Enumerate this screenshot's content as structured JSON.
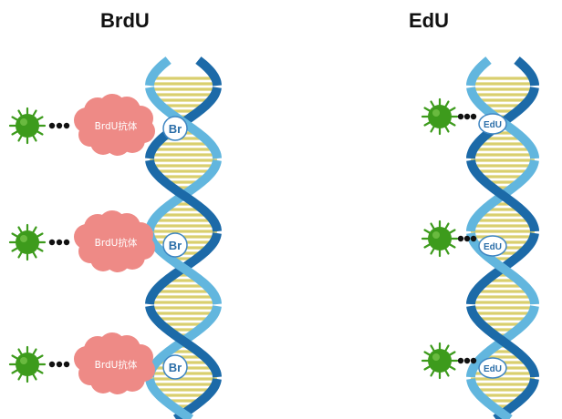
{
  "panels": [
    {
      "title": "BrdU",
      "label_count": 3,
      "antibody_label": "BrdU抗体",
      "base_label": "Br"
    },
    {
      "title": "EdU",
      "label_count": 3,
      "base_label": "EdU"
    }
  ],
  "colors": {
    "strand_light": "#62b6de",
    "strand_dark": "#1c6aa8",
    "base_pair_rung": "#d9cf6e",
    "cloud_fill": "#ee8a86",
    "fluorophore": "#3d9b1c",
    "linker_dot": "#111111"
  },
  "icons": [
    "fluorophore-icon",
    "antibody-cloud-icon",
    "label-circle-icon"
  ]
}
